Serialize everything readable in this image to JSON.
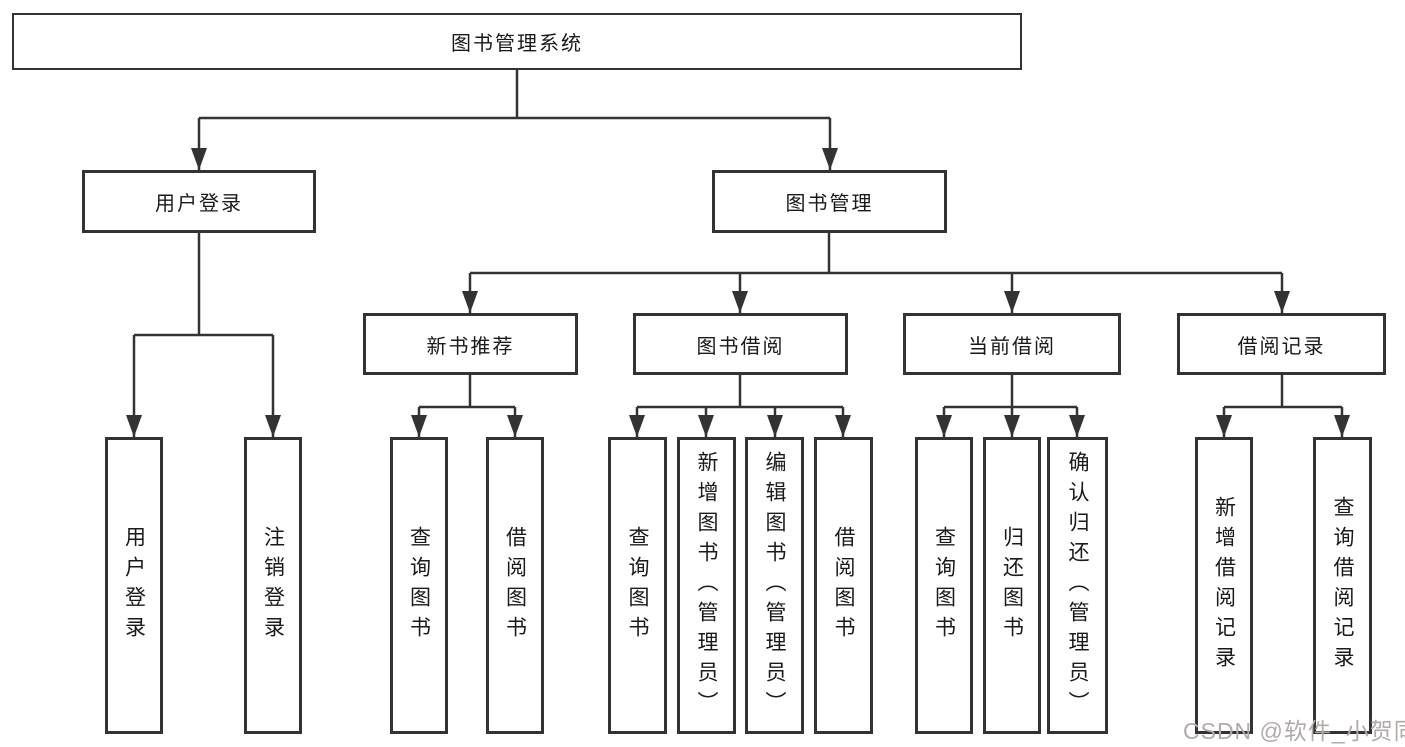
{
  "tree": {
    "root": {
      "label": "图书管理系统",
      "children": [
        {
          "label": "用户登录",
          "children": [
            {
              "label": "用户登录"
            },
            {
              "label": "注销登录"
            }
          ]
        },
        {
          "label": "图书管理",
          "children": [
            {
              "label": "新书推荐",
              "children": [
                {
                  "label": "查询图书"
                },
                {
                  "label": "借阅图书"
                }
              ]
            },
            {
              "label": "图书借阅",
              "children": [
                {
                  "label": "查询图书"
                },
                {
                  "label": "新增图书（管理员）"
                },
                {
                  "label": "编辑图书（管理员）"
                },
                {
                  "label": "借阅图书"
                }
              ]
            },
            {
              "label": "当前借阅",
              "children": [
                {
                  "label": "查询图书"
                },
                {
                  "label": "归还图书"
                },
                {
                  "label": "确认归还（管理员）"
                }
              ]
            },
            {
              "label": "借阅记录",
              "children": [
                {
                  "label": "新增借阅记录"
                },
                {
                  "label": "查询借阅记录"
                }
              ]
            }
          ]
        }
      ]
    }
  },
  "watermark": {
    "text": "CSDN @软件_小贺同学"
  },
  "colors": {
    "line": "#333333",
    "box_border": "#333333",
    "text": "#1a1a1a",
    "watermark": "#b3a9a9",
    "background": "#ffffff"
  }
}
